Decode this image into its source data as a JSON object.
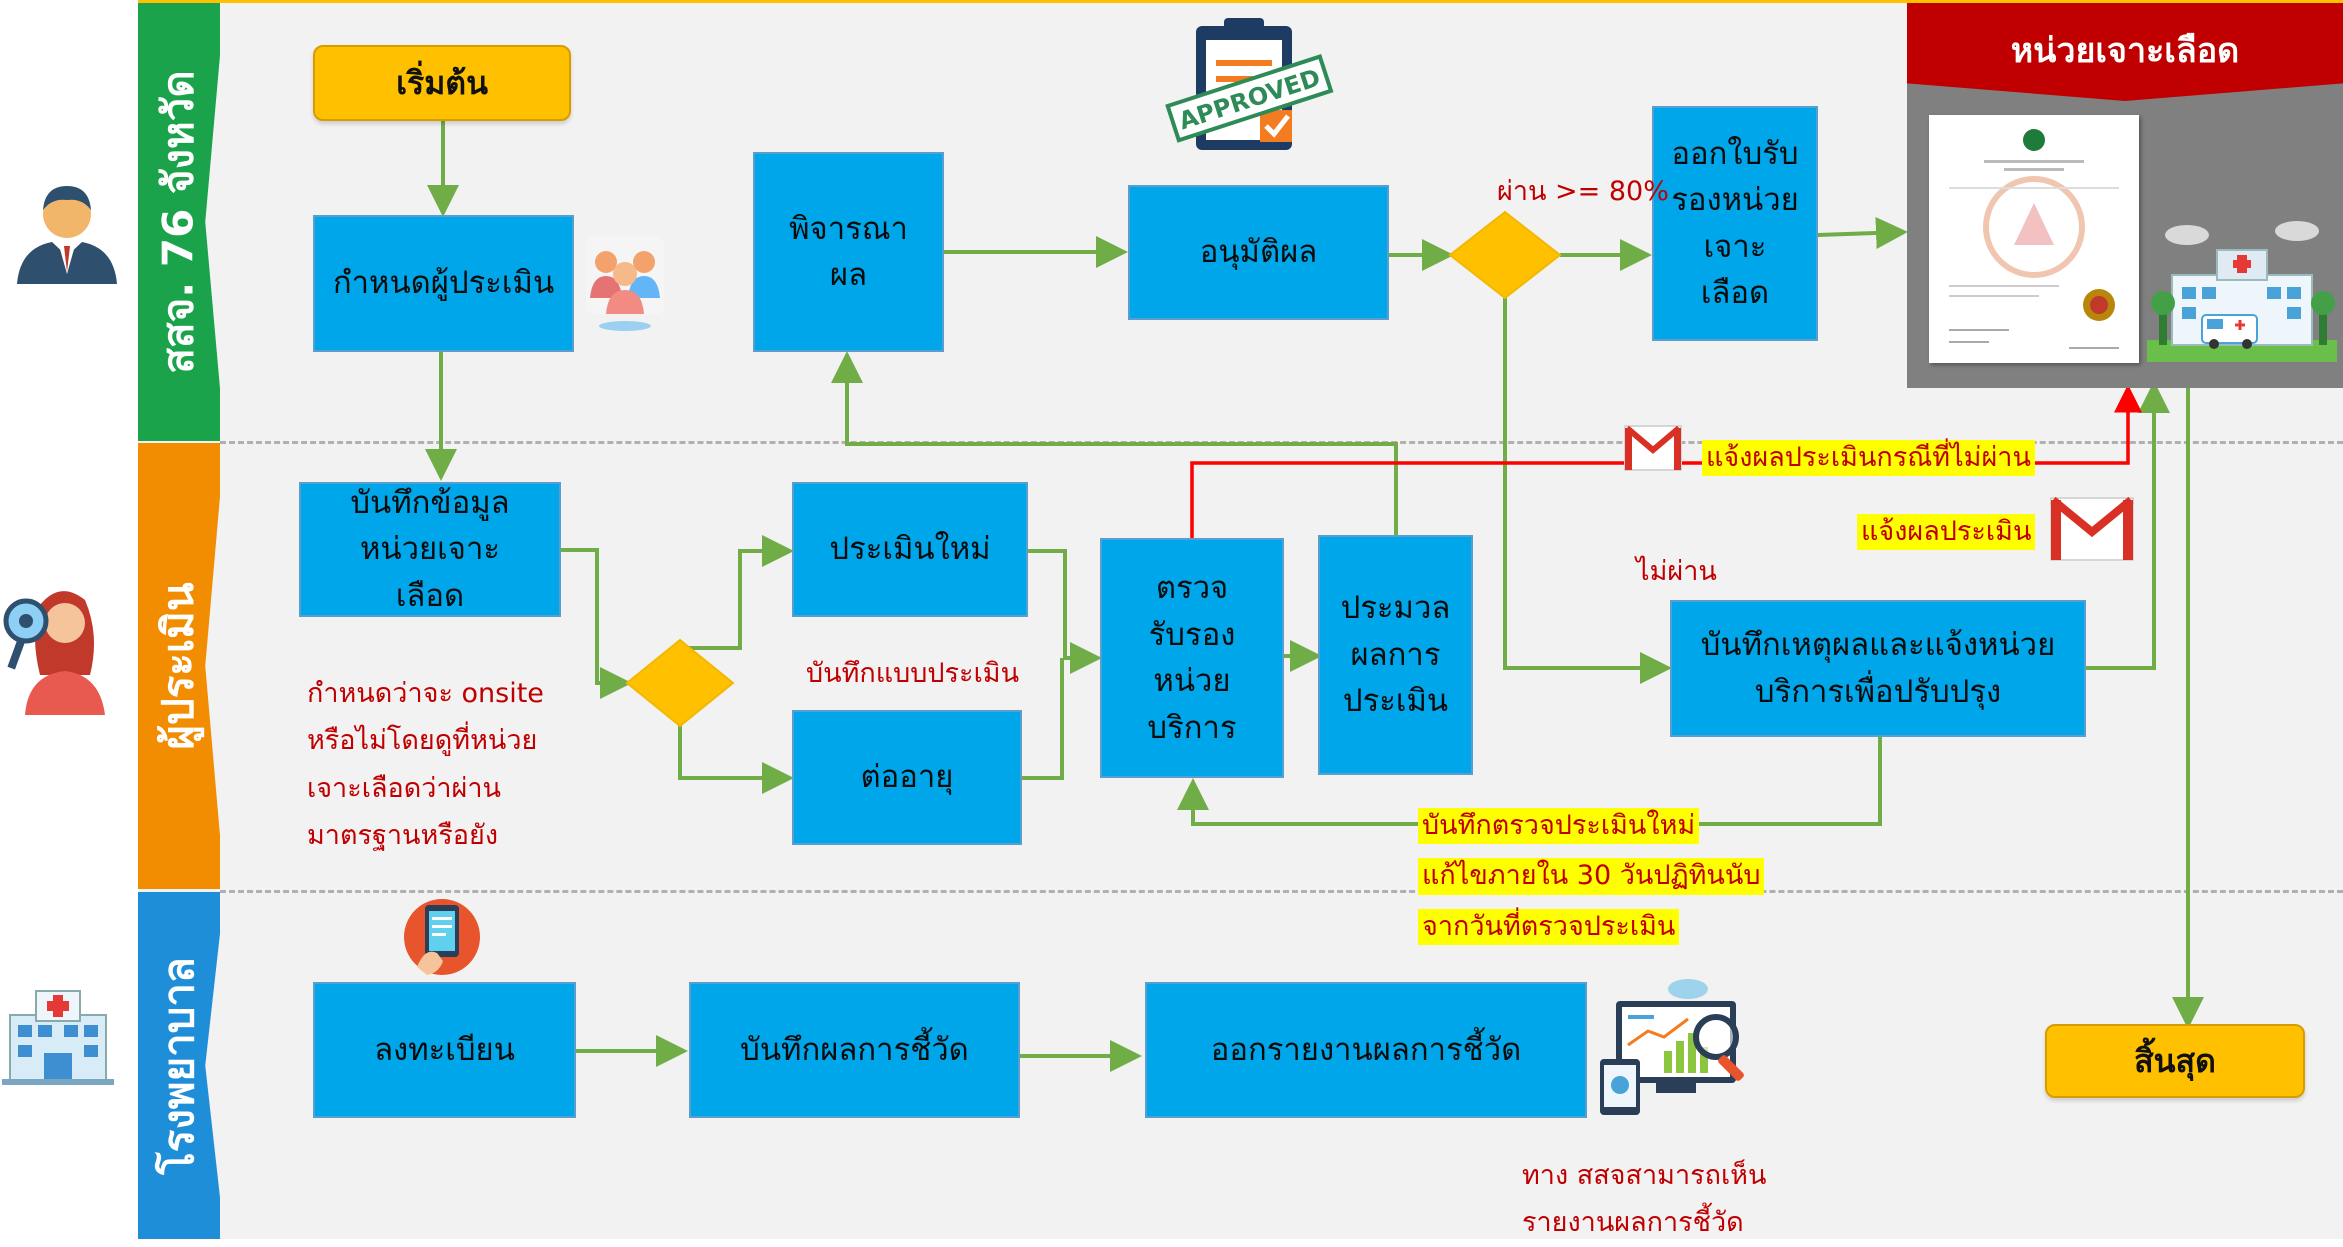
{
  "lanes": {
    "province": "สสจ. 76 จังหวัด",
    "assessor": "ผู้ประเมิน",
    "hospital": "โรงพยาบาล"
  },
  "nodes": {
    "start": "เริ่มต้น",
    "assign_assessor": "กำหนดผู้ประเมิน",
    "consider_result": "พิจารณาผล",
    "approve_result": "อนุมัติผล",
    "issue_certificate": "ออกใบรับรองหน่วยเจาะเลือด",
    "record_unit": "บันทึกข้อมูลหน่วยเจาะเลือด",
    "new_assessment": "ประเมินใหม่",
    "renew": "ต่ออายุ",
    "inspect_unit": "ตรวจรับรองหน่วยบริการ",
    "process_results": "ประมวลผลการประเมิน",
    "record_reason": "บันทึกเหตุผลและแจ้งหน่วยบริการเพื่อปรับปรุง",
    "register": "ลงทะเบียน",
    "record_indicators": "บันทึกผลการชี้วัด",
    "issue_indicator_report": "ออกรายงานผลการชี้วัด",
    "end": "สิ้นสุด",
    "result_panel_header": "หน่วยเจาะเลือด"
  },
  "labels": {
    "pass_threshold": "ผ่าน >= 80%",
    "fail": "ไม่ผ่าน",
    "record_form": "บันทึกแบบประเมิน",
    "onsite_note": [
      "กำหนดว่าจะ onsite",
      "หรือไม่โดยดูที่หน่วย",
      "เจาะเลือดว่าผ่าน",
      "มาตรฐานหรือยัง"
    ],
    "notify_fail": "แจ้งผลประเมินกรณีที่ไม่ผ่าน",
    "notify_result": "แจ้งผลประเมิน",
    "reassess_note": [
      "บันทึกตรวจประเมินใหม่",
      "แก้ไขภายใน 30 วันปฏิทินนับ",
      "จากวันที่ตรวจประเมิน"
    ],
    "report_note": [
      "ทาง สสจสามารถเห็น",
      "รายงานผลการชี้วัด"
    ],
    "approved_stamp": "APPROVED"
  },
  "colors": {
    "box_fill": "#00a6ea",
    "start_end_fill": "#ffc000",
    "arrow_green": "#70ad47",
    "arrow_red": "#ff0000",
    "lane_province": "#1aa34a",
    "lane_assessor": "#f28c00",
    "lane_hospital": "#1f8ed8",
    "panel_header": "#c00000",
    "highlight": "#ffff00",
    "note_text": "#c00000"
  },
  "icons": [
    "manager-icon",
    "assessor-icon",
    "hospital-icon",
    "people-group-icon",
    "approved-clipboard-icon",
    "gmail-icon",
    "tablet-icon",
    "analytics-icon",
    "certificate-icon",
    "hospital-ambulance-icon"
  ]
}
